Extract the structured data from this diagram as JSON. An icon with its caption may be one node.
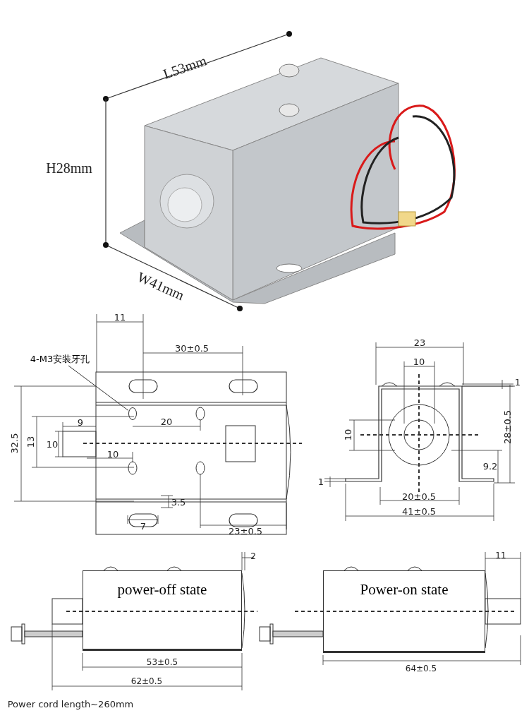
{
  "diagram": {
    "nodes": [
      {
        "text": [
          "4-M3安装牙孔"
        ]
      },
      {
        "text": [],
        "shape": "circle"
      },
      {
        "text": [
          "power-off state"
        ]
      },
      {
        "text": [
          "Power-on state"
        ]
      }
    ],
    "edges": [
      {
        "from": 0,
        "to": 1,
        "arrow": "none"
      }
    ],
    "labels": [
      "L53mm",
      "H28mm",
      "W41mm",
      "11",
      "30±0.5",
      "32.5",
      "13",
      "10",
      "9",
      "20",
      "10",
      "3.5",
      "7",
      "23±0.5",
      "23",
      "10",
      "1",
      "10",
      "28±0.5",
      "9.2",
      "1",
      "20±0.5",
      "41±0.5",
      "2",
      "11",
      "53±0.5",
      "64±0.5",
      "62±0.5",
      "Power cord length~260mm"
    ]
  }
}
